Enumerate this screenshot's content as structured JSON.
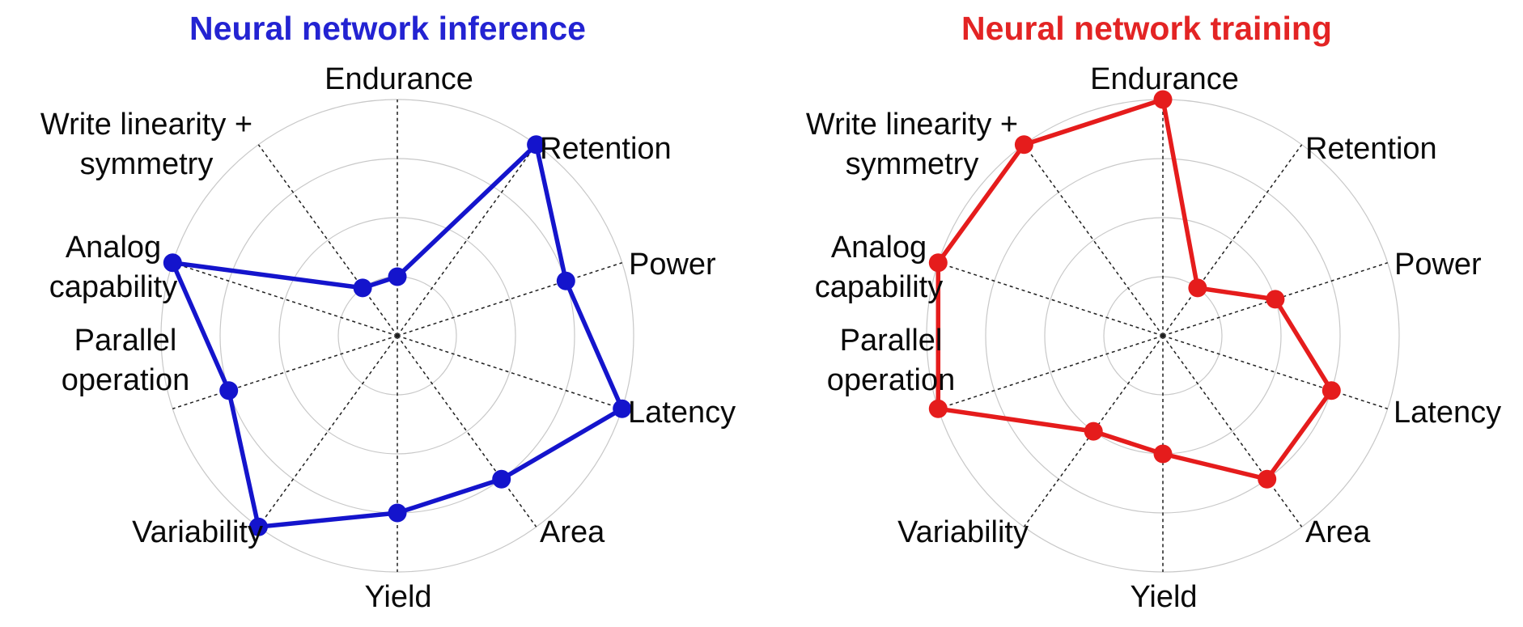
{
  "figure": {
    "background": "#ffffff",
    "description_left_title": "Neural network inference",
    "description_right_title": "Neural network training"
  },
  "colors": {
    "inference_line": "#1414cc",
    "inference_title": "#2323d2",
    "training_line": "#e51c1c",
    "training_title": "#e32424",
    "grid": "#c8c8c8",
    "axis": "#1f1f1f",
    "label": "#0a0a0a",
    "background": "#ffffff"
  },
  "chart_data": [
    {
      "type": "radar",
      "title": "Neural network inference",
      "color": "#1414cc",
      "title_color": "#2323d2",
      "categories": [
        "Endurance",
        "Retention",
        "Power",
        "Latency",
        "Area",
        "Yield",
        "Variability",
        "Parallel operation",
        "Analog capability",
        "Write linearity + symmetry"
      ],
      "values": [
        1,
        4,
        3,
        4,
        3,
        3,
        4,
        3,
        4,
        1
      ],
      "ylim": [
        0,
        4
      ],
      "rings": 4,
      "grid": true,
      "legend_position": "none",
      "axes_order": "clockwise-from-top"
    },
    {
      "type": "radar",
      "title": "Neural network training",
      "color": "#e51c1c",
      "title_color": "#e32424",
      "categories": [
        "Endurance",
        "Retention",
        "Power",
        "Latency",
        "Area",
        "Yield",
        "Variability",
        "Parallel operation",
        "Analog capability",
        "Write linearity + symmetry"
      ],
      "values": [
        4,
        1,
        2,
        3,
        3,
        2,
        2,
        4,
        4,
        4
      ],
      "ylim": [
        0,
        4
      ],
      "rings": 4,
      "grid": true,
      "legend_position": "none",
      "axes_order": "clockwise-from-top"
    }
  ]
}
